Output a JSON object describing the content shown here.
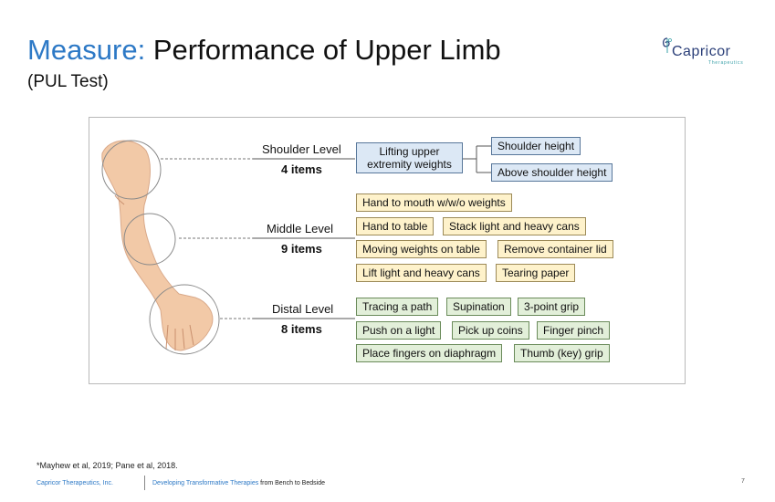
{
  "slide": {
    "title_accent": "Measure:",
    "title_rest": " Performance of Upper Limb",
    "subtitle": "(PUL Test)"
  },
  "logo": {
    "name": "Capricor",
    "tagline": "Therapeutics",
    "brand_color": "#2a3e78",
    "accent_color": "#3aa0a8"
  },
  "levels": {
    "shoulder": {
      "label": "Shoulder Level",
      "count": "4 items"
    },
    "middle": {
      "label": "Middle Level",
      "count": "9 items"
    },
    "distal": {
      "label": "Distal Level",
      "count": "8 items"
    }
  },
  "shoulder_items": {
    "lifting_line1": "Lifting upper",
    "lifting_line2": "extremity weights",
    "shoulder_height": "Shoulder height",
    "above_shoulder_height": "Above shoulder height"
  },
  "middle_items": [
    "Hand to mouth w/w/o weights",
    "Hand to table",
    "Stack light and heavy cans",
    "Moving weights on table",
    "Remove container lid",
    "Lift light and heavy cans",
    "Tearing paper"
  ],
  "distal_items": [
    "Tracing a path",
    "Supination",
    "3-point grip",
    "Push on a light",
    "Pick up coins",
    "Finger pinch",
    "Place fingers on diaphragm",
    "Thumb (key) grip"
  ],
  "colors": {
    "accent": "#2d79c6",
    "shoulder_box": "#dce8f5",
    "middle_box": "#fef2cb",
    "distal_box": "#e2efd9"
  },
  "footer": {
    "footnote": "*Mayhew et al, 2019; Pane et al, 2018.",
    "company": "Capricor Therapeutics, Inc.",
    "tagline_blue": "Developing Transformative Therapies",
    "tagline_dark": " from Bench to Bedside",
    "page_number": "7"
  }
}
